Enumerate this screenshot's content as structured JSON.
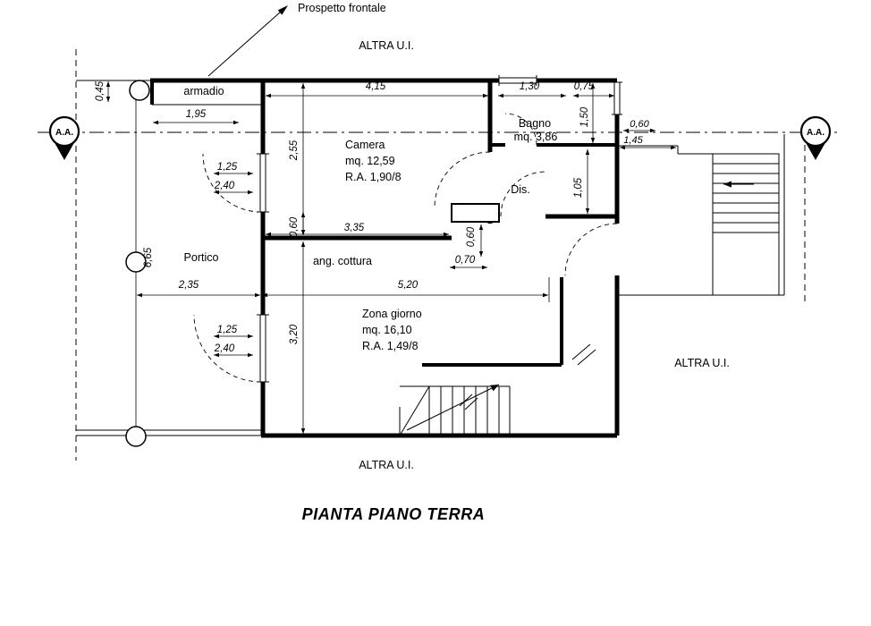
{
  "title": "PIANTA PIANO TERRA",
  "callouts": {
    "prospetto_frontale": "Prospetto frontale",
    "altra_ui_top": "ALTRA U.I.",
    "altra_ui_right": "ALTRA U.I.",
    "altra_ui_bottom": "ALTRA U.I.",
    "section_marker_left": "A.A.",
    "section_marker_right": "A.A."
  },
  "rooms": {
    "armadio": {
      "label": "armadio"
    },
    "camera": {
      "label": "Camera",
      "area": "mq. 12,59",
      "ra": "R.A. 1,90/8"
    },
    "bagno": {
      "label": "Bagno",
      "area": "mq. 3,86"
    },
    "dis": {
      "label": "Dis."
    },
    "portico": {
      "label": "Portico"
    },
    "ang_cottura": {
      "label": "ang. cottura"
    },
    "zona_giorno": {
      "label": "Zona giorno",
      "area": "mq. 16,10",
      "ra": "R.A. 1,49/8"
    }
  },
  "dimensions": {
    "top_0_45": "0,45",
    "armadio_1_95": "1,95",
    "camera_4_15": "4,15",
    "bagno_1_30": "1,30",
    "bagno_0_75": "0,75",
    "bagno_1_50": "1,50",
    "right_0_60": "0,60",
    "right_1_45": "1,45",
    "camera_2_55": "2,55",
    "win_top_1_25": "1,25",
    "win_top_2_40": "2,40",
    "mid_0_60": "0,60",
    "cottura_3_35": "3,35",
    "duct_0_60": "0,60",
    "duct_0_70": "0,70",
    "dis_1_05": "1,05",
    "portico_6_65": "6,65",
    "portico_2_35": "2,35",
    "zona_5_20": "5,20",
    "zona_3_20": "3,20",
    "win_bot_1_25": "1,25",
    "win_bot_2_40": "2,40"
  }
}
